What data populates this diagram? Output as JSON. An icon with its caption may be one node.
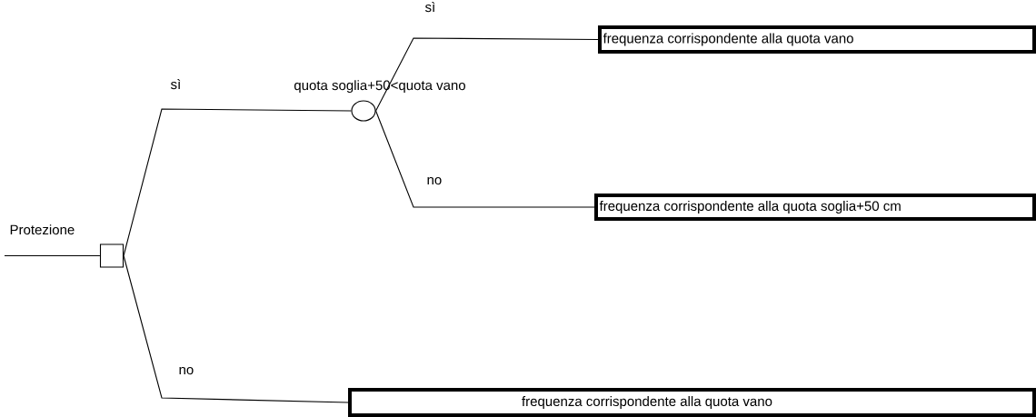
{
  "diagram": {
    "nodes": [
      {
        "text": [
          "Protezione"
        ]
      },
      {
        "text": [
          "quota soglia+50<quota vano"
        ]
      },
      {
        "text": [
          "frequenza corrispondente alla quota vano"
        ]
      },
      {
        "text": [
          "frequenza corrispondente alla quota soglia+50 cm"
        ]
      },
      {
        "text": [
          "frequenza corrispondente alla quota vano"
        ]
      }
    ],
    "edges": [
      {
        "from": null,
        "to": 0,
        "arrow": "none"
      },
      {
        "from": 0,
        "to": 1,
        "label": "sì",
        "arrow": "none"
      },
      {
        "from": 0,
        "to": 4,
        "label": "no",
        "arrow": "none"
      },
      {
        "from": 1,
        "to": 2,
        "label": "sì",
        "arrow": "none"
      },
      {
        "from": 1,
        "to": 3,
        "label": "no",
        "arrow": "none"
      }
    ]
  }
}
